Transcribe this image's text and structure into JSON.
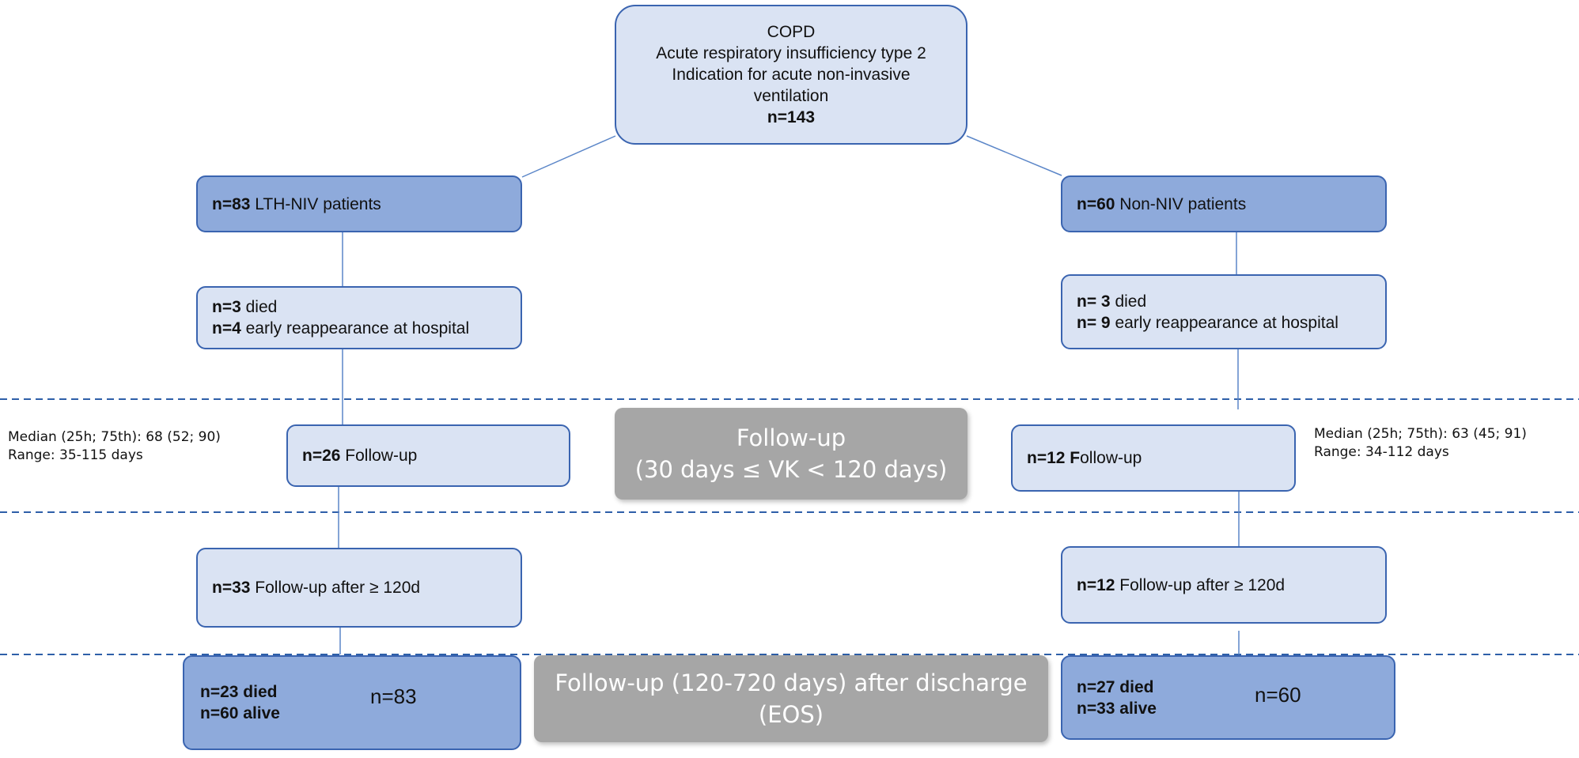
{
  "colors": {
    "box_border": "#3a64b0",
    "box_light": "#dae3f3",
    "box_dark": "#8eaadb",
    "gray_box": "#a6a6a6",
    "connector": "#5b86c8",
    "dashed_line": "#2e5fa8"
  },
  "top_box": {
    "lines": [
      "COPD",
      "Acute respiratory insufficiency type 2",
      "Indication for acute non-invasive",
      "ventilation"
    ],
    "n": "n=143"
  },
  "left": {
    "group": {
      "n": "n=83",
      "text": " LTH-NIV patients"
    },
    "early": {
      "died_n": "n=3",
      "died_text": " died",
      "reapp_n": "n=4",
      "reapp_text": " early reappearance at hospital"
    },
    "followup": {
      "n": "n=26",
      "text": " Follow-up"
    },
    "note": [
      "Median (25h; 75th): 68 (52; 90)",
      "Range: 35-115 days"
    ],
    "late": {
      "n": "n=33",
      "text": " Follow-up after ≥ 120d"
    },
    "outcome": {
      "died": "n=23 died",
      "alive": "n=60 alive",
      "total": "n=83"
    }
  },
  "right": {
    "group": {
      "n": "n=60",
      "text": " Non-NIV patients"
    },
    "early": {
      "died_n": "n= 3",
      "died_text": " died",
      "reapp_n": "n= 9",
      "reapp_text": " early reappearance at hospital"
    },
    "followup": {
      "n": "n=12",
      "bold_f": " F",
      "text": "ollow-up"
    },
    "note": [
      "Median (25h; 75th): 63 (45; 91)",
      "Range: 34-112 days"
    ],
    "late": {
      "n": "n=12",
      "text": " Follow-up after ≥ 120d"
    },
    "outcome": {
      "died": "n=27 died",
      "alive": "n=33 alive",
      "total": "n=60"
    }
  },
  "phase1": {
    "line1": "Follow-up",
    "line2": "(30 days ≤ VK < 120 days)"
  },
  "phase2": {
    "line1": "Follow-up (120-720 days) after discharge",
    "line2": "(EOS)"
  }
}
